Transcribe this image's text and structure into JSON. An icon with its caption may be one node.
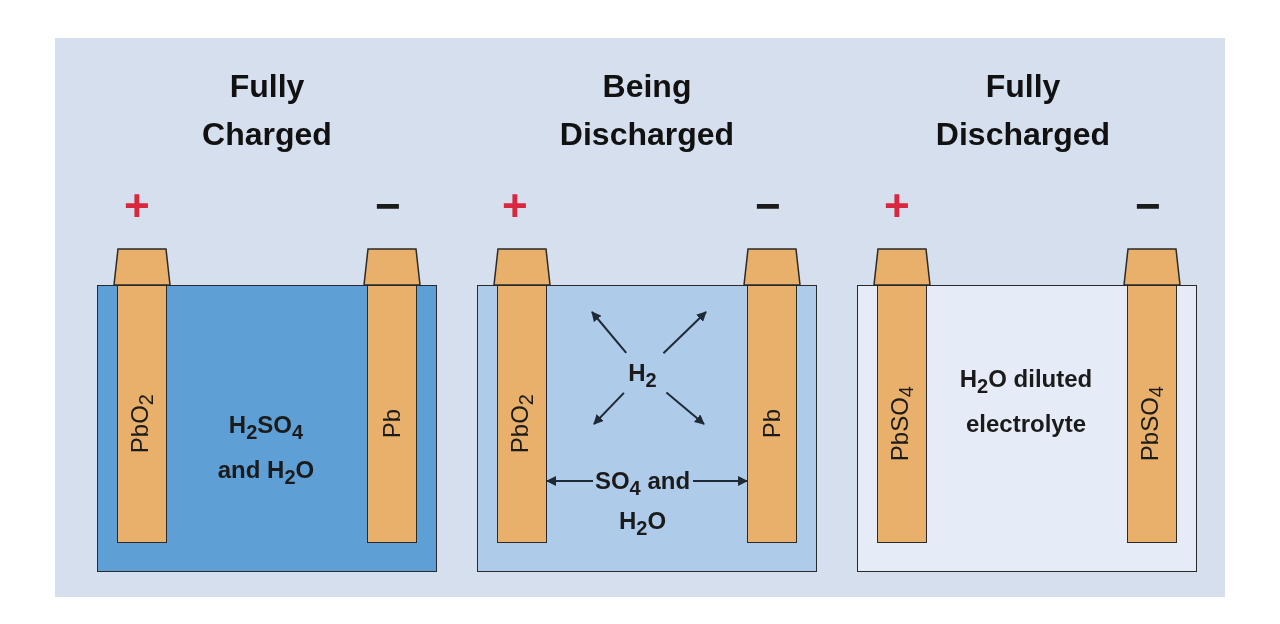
{
  "diagram": {
    "nodes": [
      {
        "text": [
          "H$_{2}$SO$_{4}$ and H$_{2}$O"
        ]
      },
      {
        "text": [
          "PbO$_{2}$"
        ],
        "in": 0
      },
      {
        "text": [
          "Pb"
        ],
        "in": 0
      },
      {
        "text": [],
        "shape": "box"
      },
      {
        "text": [
          "PbO$_{2}$"
        ],
        "in": 3
      },
      {
        "text": [
          "H$_{2}$"
        ],
        "in": 3
      },
      {
        "text": [
          "SO$_{4}$ and H$_{2}$O"
        ],
        "in": 3
      },
      {
        "text": [
          "Pb"
        ],
        "in": 3
      },
      {
        "text": [
          "H$_{2}$O diluted electrolyte"
        ]
      },
      {
        "text": [
          "PbSO$_{4}$"
        ],
        "in": 8
      },
      {
        "text": [
          "PbSO$_{4}$"
        ],
        "in": 8
      }
    ],
    "edges": [
      {
        "from": 5,
        "to": null,
        "arrow": "to"
      },
      {
        "from": 5,
        "to": null,
        "arrow": "to"
      },
      {
        "from": 5,
        "to": null,
        "arrow": "to"
      },
      {
        "from": 5,
        "to": null,
        "arrow": "to"
      },
      {
        "from": 6,
        "to": 4,
        "arrow": "to"
      },
      {
        "from": 6,
        "to": 7,
        "arrow": "to"
      }
    ],
    "labels": [
      "Fully Charged",
      "Being Discharged",
      "Fully Discharged",
      "+",
      "−",
      "+",
      "−",
      "+",
      "−"
    ]
  }
}
